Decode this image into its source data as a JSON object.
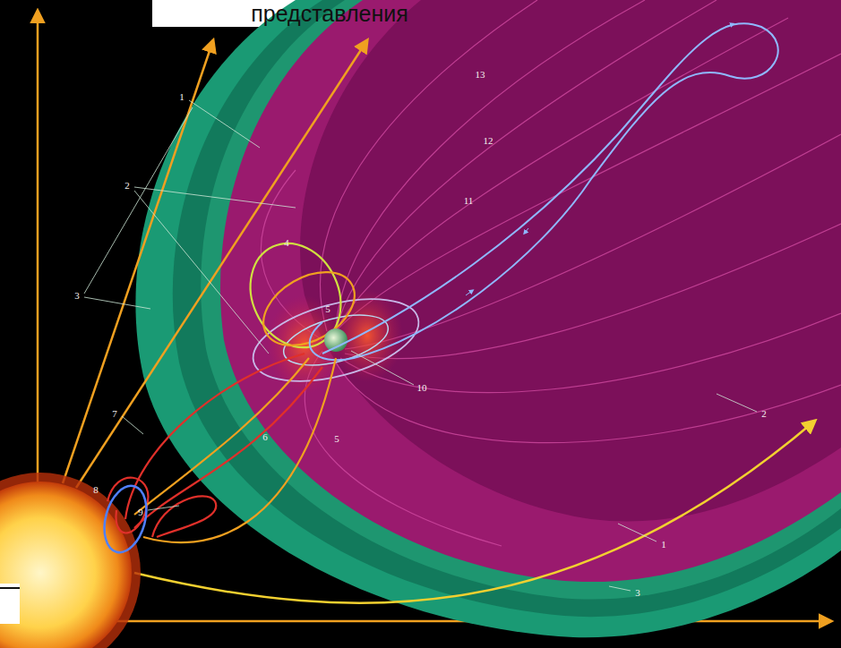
{
  "diagram": {
    "title": "представления",
    "labels": [
      "13",
      "1",
      "12",
      "11",
      "2",
      "4",
      "3",
      "5",
      "10",
      "2",
      "7",
      "6",
      "5",
      "8",
      "9",
      "1",
      "3"
    ]
  }
}
